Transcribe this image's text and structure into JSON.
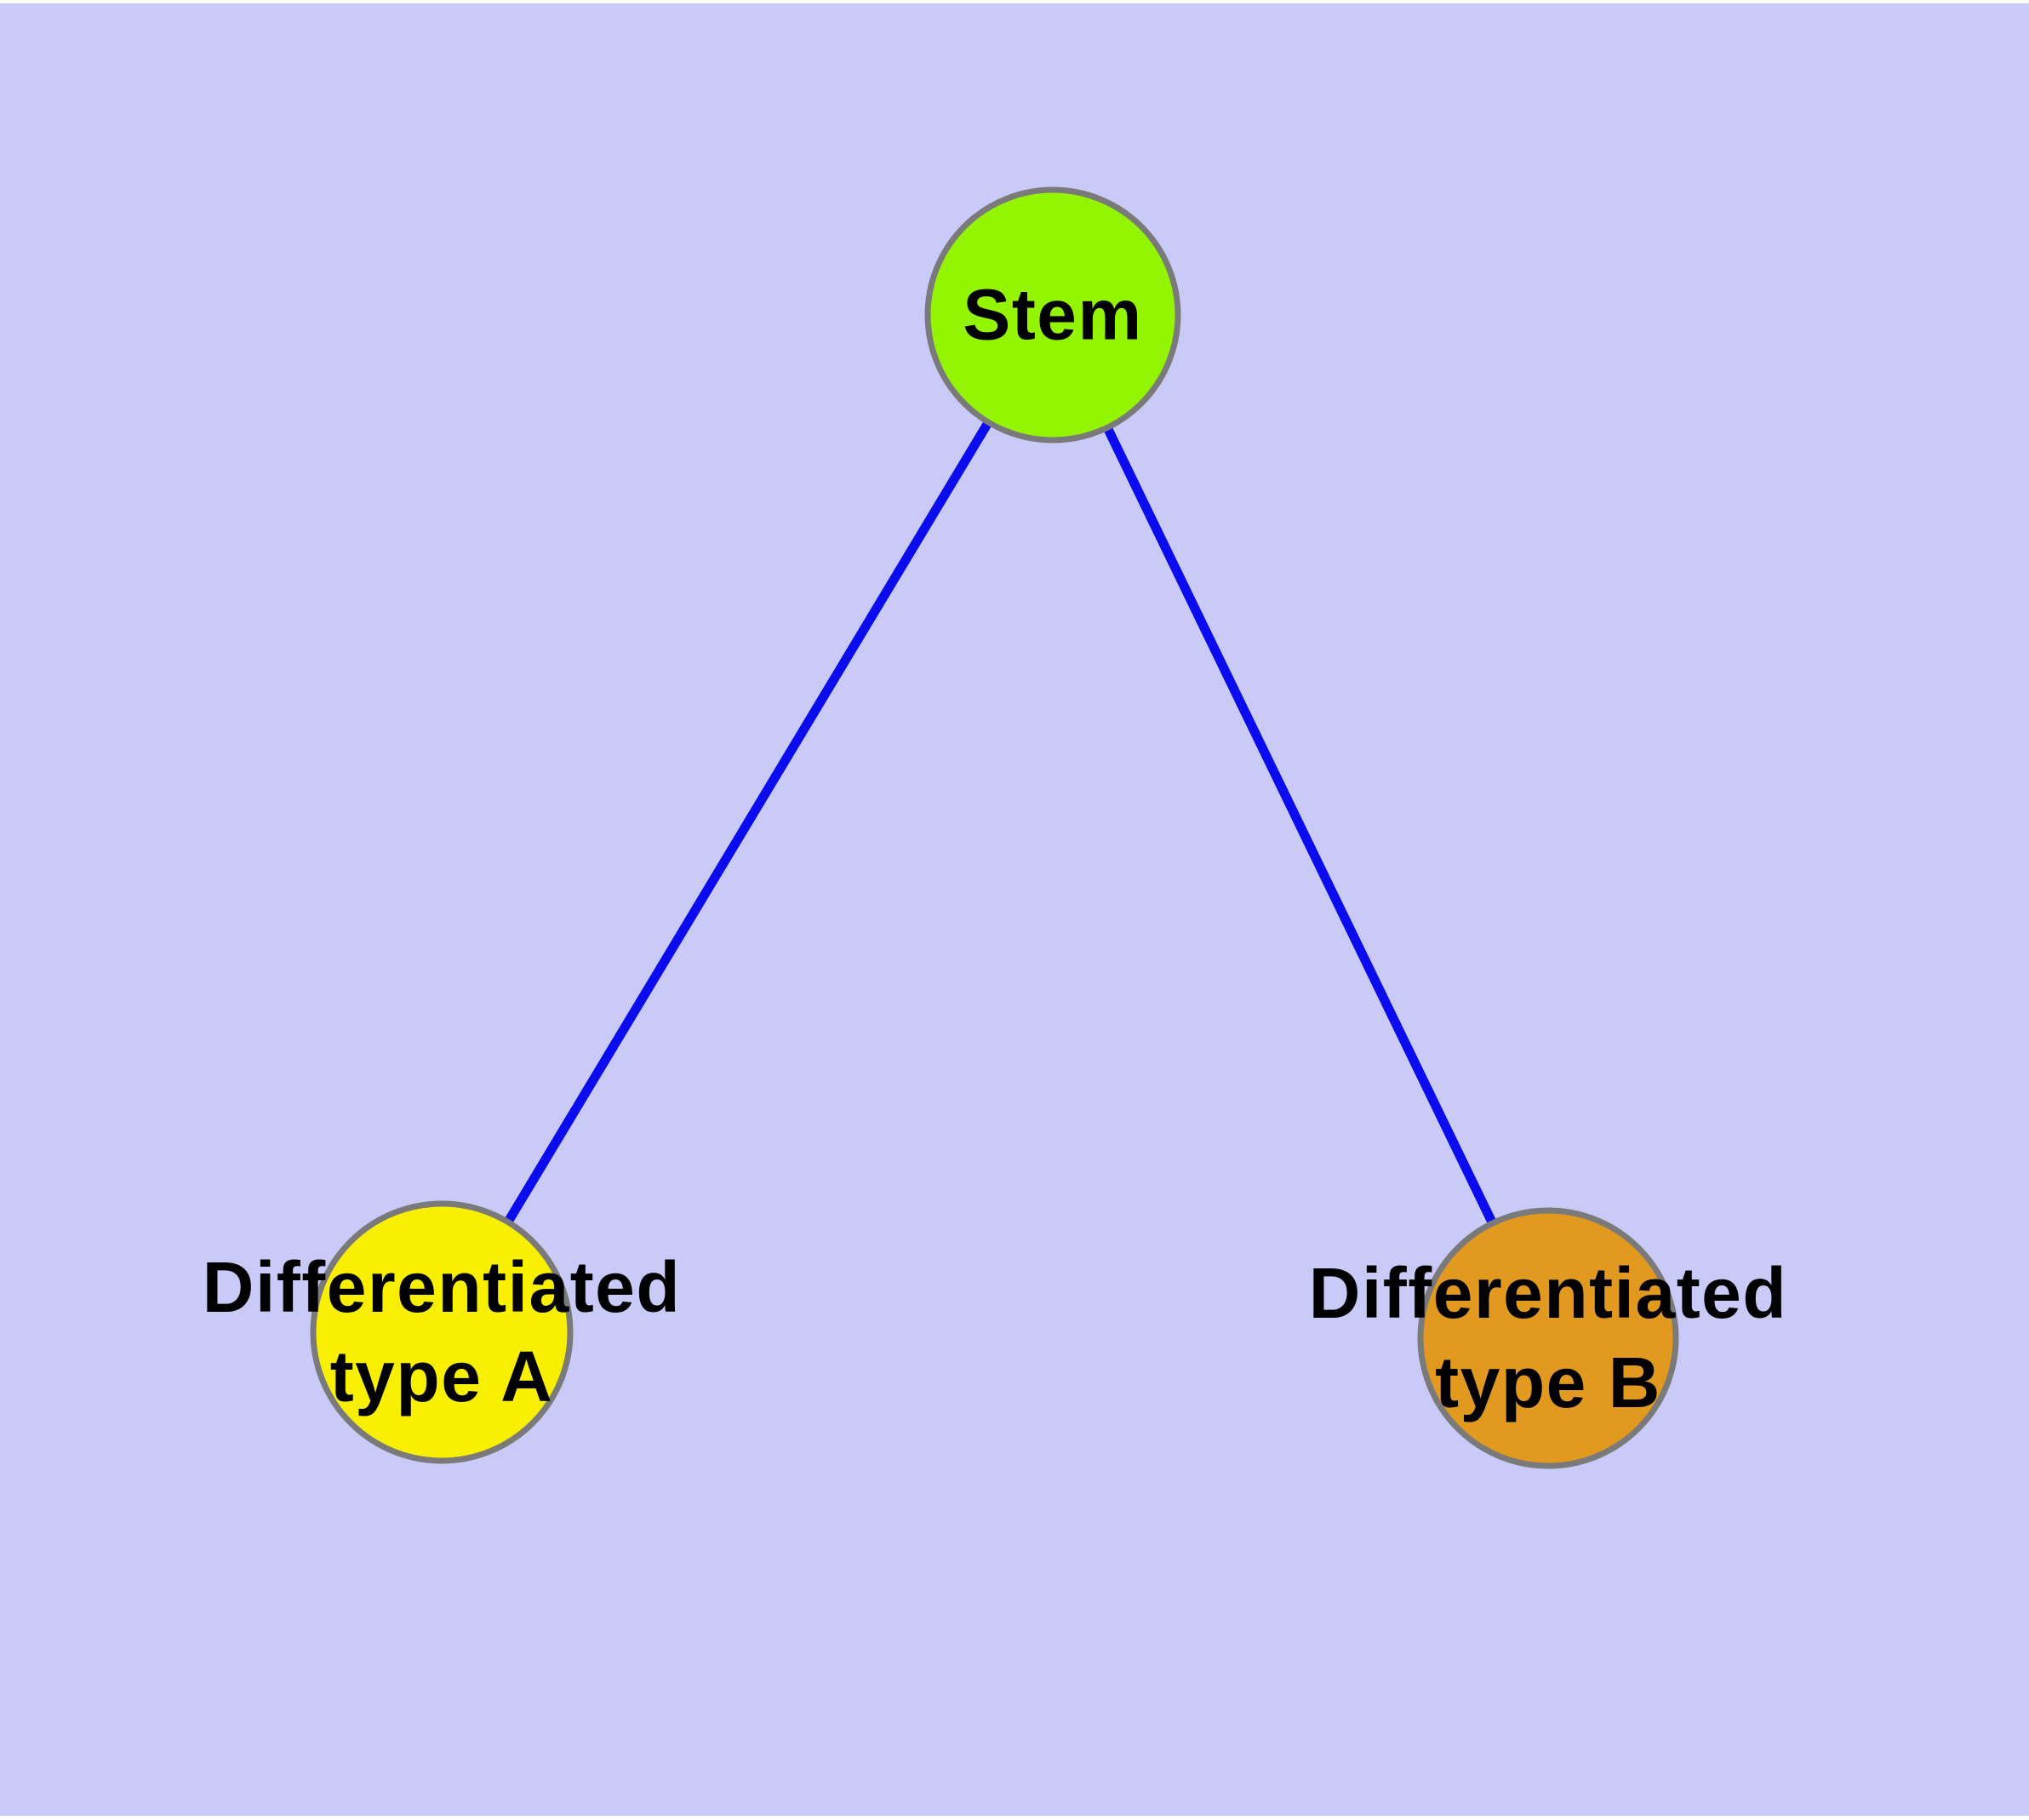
{
  "diagram": {
    "background_color": "#CACAF8",
    "frame_color": "#FFFFFF",
    "edge_color": "#0B0BF0",
    "node_border_color": "#7A7A7A",
    "label_color": "#000000",
    "nodes": [
      {
        "id": "stem",
        "label": "Stem",
        "color": "#94F502"
      },
      {
        "id": "diff-a",
        "label_line1": "Differentiated",
        "label_line2": "type A",
        "color": "#F8F000"
      },
      {
        "id": "diff-b",
        "label_line1": "Differentiated",
        "label_line2": "type B",
        "color": "#E2991F"
      }
    ],
    "edges": [
      {
        "from": "Stem",
        "to": "Differentiated type A"
      },
      {
        "from": "Stem",
        "to": "Differentiated type B"
      }
    ]
  }
}
